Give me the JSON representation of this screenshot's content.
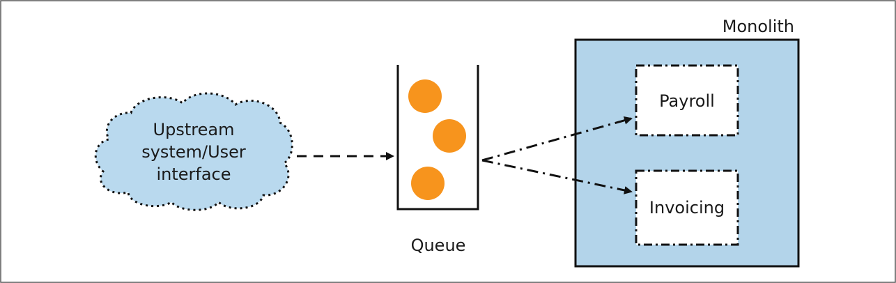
{
  "upstream": {
    "line1": "Upstream",
    "line2": "system/User",
    "line3": "interface"
  },
  "queue": {
    "label": "Queue",
    "message_color": "#F7941D"
  },
  "monolith": {
    "label": "Monolith",
    "fill_color": "#B3D4EA"
  },
  "modules": {
    "payroll": "Payroll",
    "invoicing": "Invoicing"
  },
  "colors": {
    "cloud_fill": "#B9D9EE",
    "stroke": "#111111"
  }
}
